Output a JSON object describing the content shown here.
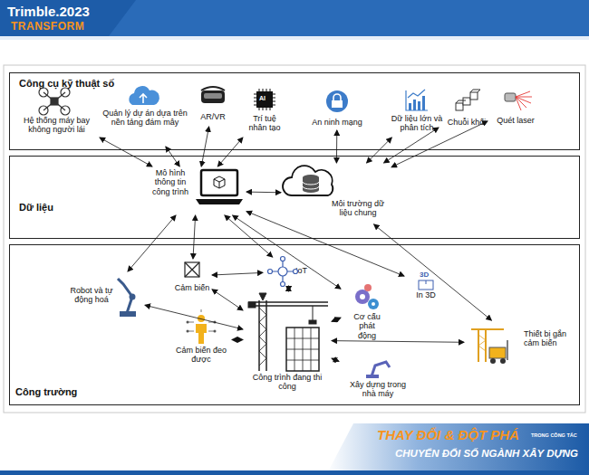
{
  "diagram": {
    "nodes": [
      {
        "text": [
          "Công cụ kỹ thuật số"
        ]
      },
      {
        "text": [
          "Hệ thống máy bay không người lái"
        ],
        "in": 0
      },
      {
        "text": [
          "Quản lý dự án dựa trên nền tảng đám mây"
        ],
        "in": 0
      },
      {
        "text": [
          "AR/VR"
        ],
        "in": 0
      },
      {
        "text": [
          "Trí tuệ nhân tạo"
        ],
        "in": 0
      },
      {
        "text": [
          "An ninh mạng"
        ],
        "in": 0
      },
      {
        "text": [
          "Dữ liệu lớn và phân tích"
        ],
        "in": 0
      },
      {
        "text": [
          "Chuỗi khối"
        ],
        "in": 0
      },
      {
        "text": [
          "Quét laser"
        ],
        "in": 0
      },
      {
        "text": [
          "Dữ liệu"
        ]
      },
      {
        "text": [
          "Mô hình thông tin công trình"
        ],
        "in": 9
      },
      {
        "text": [
          "Môi trường dữ liệu chung"
        ],
        "in": 9
      },
      {
        "text": [
          "Công trường"
        ]
      },
      {
        "text": [
          "Cảm biến"
        ],
        "in": 12
      },
      {
        "text": [
          "IoT"
        ],
        "in": 12
      },
      {
        "text": [
          "Robot và tự động hoá"
        ],
        "in": 12
      },
      {
        "text": [
          "Cơ cấu phát động"
        ],
        "in": 12
      },
      {
        "text": [
          "In 3D"
        ],
        "in": 12
      },
      {
        "text": [
          "Cảm biến đeo được"
        ],
        "in": 12
      },
      {
        "text": [
          "Công trình đang thi công"
        ],
        "in": 12
      },
      {
        "text": [
          "Thiết bị gắn cảm biến"
        ],
        "in": 12
      },
      {
        "text": [
          "Xây dựng trong nhà máy"
        ],
        "in": 12
      }
    ],
    "edges": [
      {
        "from": 1,
        "to": 10,
        "arrow": "both"
      },
      {
        "from": 2,
        "to": 10,
        "arrow": "both"
      },
      {
        "from": 3,
        "to": 10,
        "arrow": "both"
      },
      {
        "from": 4,
        "to": 10,
        "arrow": "both"
      },
      {
        "from": 5,
        "to": 11,
        "arrow": "both"
      },
      {
        "from": 6,
        "to": 11,
        "arrow": "both"
      },
      {
        "from": 7,
        "to": 11,
        "arrow": "both"
      },
      {
        "from": 8,
        "to": 11,
        "arrow": "both"
      },
      {
        "from": 10,
        "to": 11,
        "arrow": "both"
      },
      {
        "from": 10,
        "to": 15,
        "arrow": "both"
      },
      {
        "from": 10,
        "to": 13,
        "arrow": "both"
      },
      {
        "from": 10,
        "to": 14,
        "arrow": "both"
      },
      {
        "from": 10,
        "to": 16,
        "arrow": "both"
      },
      {
        "from": 10,
        "to": 17,
        "arrow": "both"
      },
      {
        "from": 11,
        "to": 20,
        "arrow": "both"
      },
      {
        "from": 13,
        "to": 14,
        "arrow": "both"
      },
      {
        "from": 13,
        "to": 19,
        "arrow": "both"
      },
      {
        "from": 14,
        "to": 19,
        "arrow": "both"
      },
      {
        "from": 15,
        "to": 19,
        "arrow": "both"
      },
      {
        "from": 18,
        "to": 19,
        "arrow": "both"
      },
      {
        "from": 19,
        "to": 16,
        "arrow": "both"
      },
      {
        "from": 19,
        "to": 20,
        "arrow": "both"
      },
      {
        "from": 19,
        "to": 21,
        "arrow": "both"
      }
    ],
    "labels": [
      "Trimble.2023",
      "TRANSFORM",
      "AI",
      "3D",
      "THAY ĐỔI & ĐỘT PHÁ",
      "TRONG CÔNG TÁC",
      "CHUYỂN ĐỔI SỐ NGÀNH XÂY DỰNG"
    ]
  }
}
